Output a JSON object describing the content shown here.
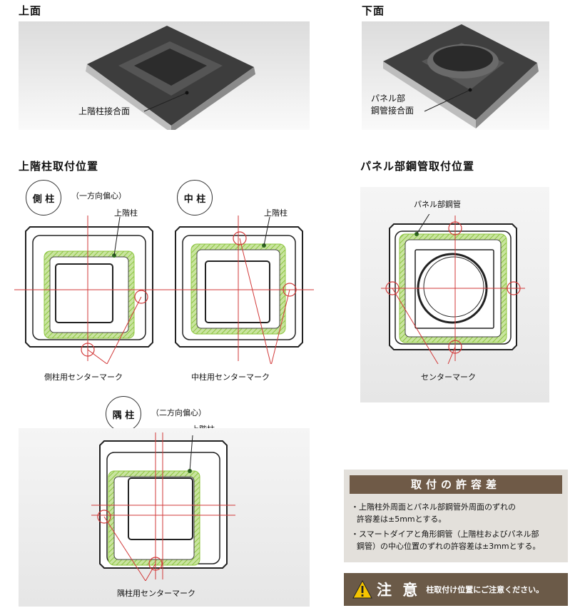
{
  "top_view": {
    "title": "上面",
    "callout": "上階柱接合面"
  },
  "bottom_view": {
    "title": "下面",
    "callout_line1": "パネル部",
    "callout_line2": "鋼管接合面"
  },
  "upper_column_section": {
    "title": "上階柱取付位置"
  },
  "panel_section": {
    "title": "パネル部鋼管取付位置"
  },
  "side_column": {
    "badge": "側 柱",
    "note": "（一方向偏心）",
    "label": "上階柱",
    "caption": "側柱用センターマーク"
  },
  "center_column": {
    "badge": "中 柱",
    "label": "上階柱",
    "caption": "中柱用センターマーク"
  },
  "corner_column": {
    "badge": "隅 柱",
    "note": "（二方向偏心）",
    "label": "上階柱",
    "caption": "隅柱用センターマーク"
  },
  "panel_diagram": {
    "label": "パネル部鋼管",
    "caption": "センターマーク"
  },
  "tolerance": {
    "title": "取付の許容差",
    "line1": "・上階柱外周面とパネル部鋼管外周面のずれの",
    "line2": "許容差は±5mmとする。",
    "line3": "・スマートダイアと角形鋼管（上階柱およびパネル部",
    "line4": "鋼管）の中心位置のずれの許容差は±3mmとする。"
  },
  "caution": {
    "title": "注 意",
    "text": "柱取付け位置にご注意ください。"
  },
  "colors": {
    "accent_red": "#d23a3a",
    "hatch_green": "#8dc63f",
    "brown": "#6f5a47"
  }
}
